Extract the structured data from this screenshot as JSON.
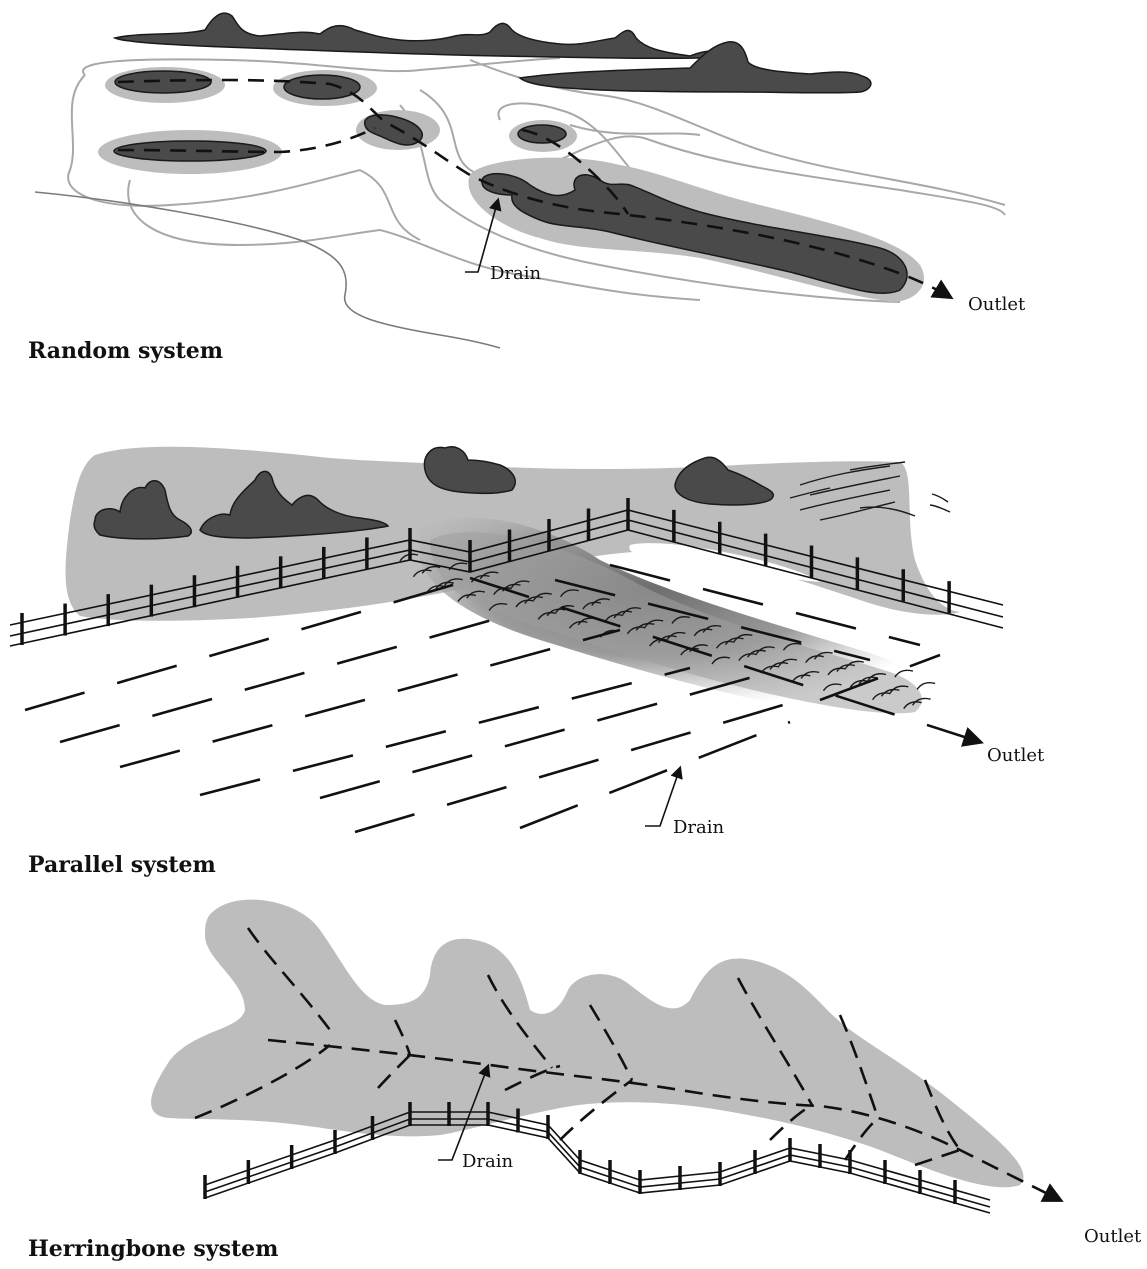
{
  "panels": {
    "random": {
      "caption": "Random system",
      "drain_label": "Drain",
      "outlet_label": "Outlet"
    },
    "parallel": {
      "caption": "Parallel system",
      "drain_label": "Drain",
      "outlet_label": "Outlet"
    },
    "herringbone": {
      "caption": "Herringbone system",
      "drain_label": "Drain",
      "outlet_label": "Outlet"
    }
  },
  "colors": {
    "wet_area": "#bdbdbd",
    "vegetation": "#4a4a4a",
    "contour": "#a8a8a8",
    "line": "#111111"
  }
}
